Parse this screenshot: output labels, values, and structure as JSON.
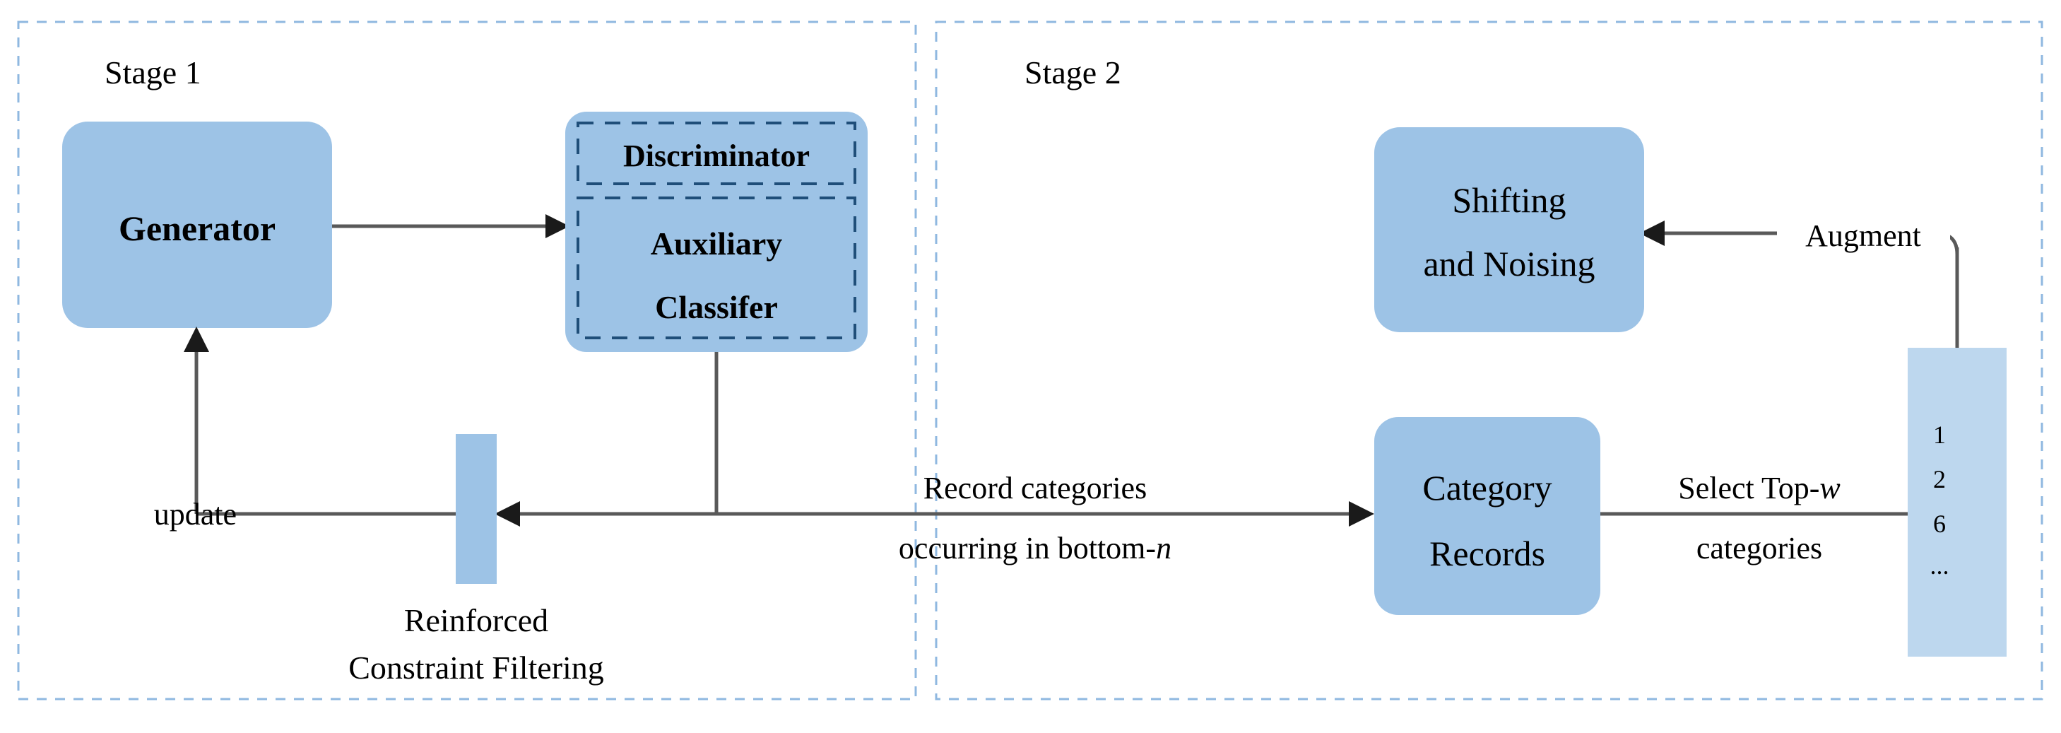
{
  "diagram": {
    "title": "Two-stage GAN augmentation pipeline",
    "colors": {
      "node_fill": "#9DC3E6",
      "node_fill_light": "#BDD7EE",
      "panel_border": "#8FB8E0",
      "inner_dashed_border": "#1F4E79",
      "edge": "#595959",
      "text": "#000000",
      "background": "#FFFFFF"
    },
    "panels": [
      {
        "id": "stage1",
        "label": "Stage 1"
      },
      {
        "id": "stage2",
        "label": "Stage 2"
      }
    ],
    "nodes": {
      "generator": {
        "label": "Generator"
      },
      "discriminator": {
        "label": "Discriminator"
      },
      "auxiliary_classifier": {
        "line1": "Auxiliary",
        "line2": "Classifer"
      },
      "reinforced_filter": {
        "caption_line1": "Reinforced",
        "caption_line2": "Constraint Filtering"
      },
      "shifting_noising": {
        "line1": "Shifting",
        "line2": "and Noising"
      },
      "category_records": {
        "line1": "Category",
        "line2": "Records"
      },
      "category_list": {
        "items": [
          "1",
          "2",
          "6",
          "..."
        ]
      }
    },
    "edges": {
      "update": {
        "label": "update"
      },
      "record_categories": {
        "line1": "Record categories",
        "line2_prefix": "occurring in bottom-",
        "line2_italic": "n"
      },
      "select_top": {
        "line1_prefix": "Select Top-",
        "line1_italic": "w",
        "line2": "categories"
      },
      "augment": {
        "label": "Augment"
      }
    }
  }
}
